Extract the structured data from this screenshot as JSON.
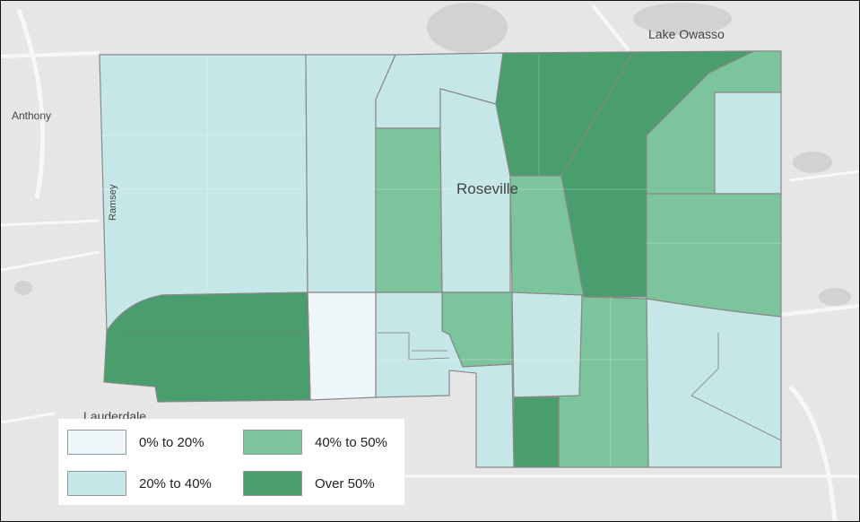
{
  "places": {
    "lake_owasso": "Lake Owasso",
    "anthony": "Anthony",
    "roseville": "Roseville",
    "ramsey": "Ramsey",
    "lauderdale": "Lauderdale"
  },
  "legend": {
    "items": [
      {
        "label": "0% to 20%",
        "color": "#eef6f9"
      },
      {
        "label": "40% to 50%",
        "color": "#7cc49b"
      },
      {
        "label": "20% to 40%",
        "color": "#c6e7e8"
      },
      {
        "label": "Over 50%",
        "color": "#4a9d6d"
      }
    ]
  },
  "colors": {
    "class_0_20": "#eef6f9",
    "class_20_40": "#c6e7e8",
    "class_40_50": "#7cc49b",
    "class_over_50": "#4a9d6d",
    "basemap": "#e8e8e8",
    "water": "#cfcfcf",
    "road": "#f6f6f6"
  }
}
